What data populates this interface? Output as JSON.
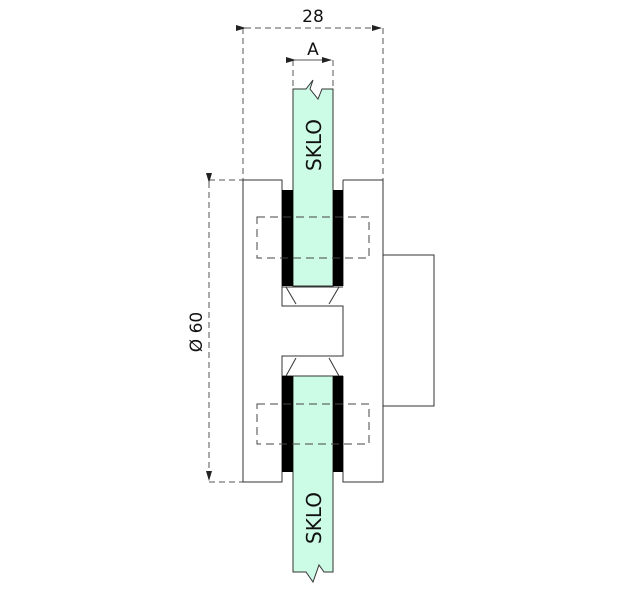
{
  "dimensions": {
    "overall_width": "28",
    "glass_thickness": "A",
    "diameter": "Ø 60"
  },
  "labels": {
    "glass_top": "SKLO",
    "glass_bottom": "SKLO"
  },
  "colors": {
    "glass": "#ccfbe6",
    "gasket": "#000000",
    "line": "#333333"
  }
}
